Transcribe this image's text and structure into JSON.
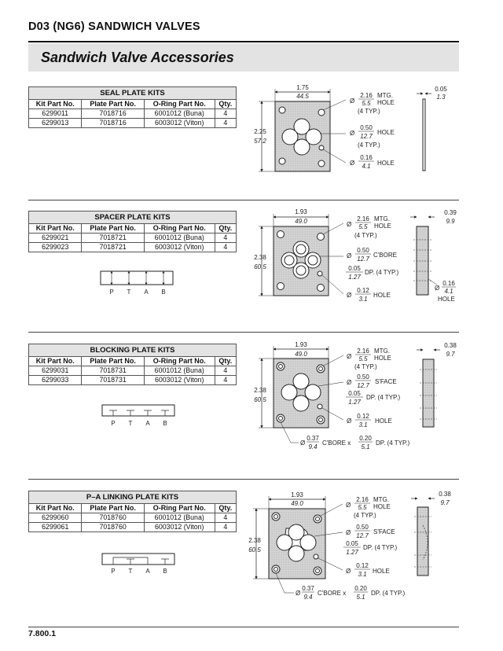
{
  "header": {
    "title": "D03 (NG6) SANDWICH VALVES"
  },
  "banner": {
    "title": "Sandwich Valve Accessories"
  },
  "columns": [
    "Kit Part No.",
    "Plate Part No.",
    "O-Ring Part No.",
    "Qty."
  ],
  "sections": [
    {
      "title": "SEAL PLATE KITS",
      "rows": [
        [
          "6299011",
          "7018716",
          "6001012 (Buna)",
          "4"
        ],
        [
          "6299013",
          "7018716",
          "6003012 (Viton)",
          "4"
        ]
      ],
      "dims": {
        "width_in": "1.75",
        "width_mm": "44.5",
        "height_in": "2.25",
        "height_mm": "57.2",
        "thick_in": "0.05",
        "thick_mm": "1.3"
      },
      "callouts": [
        {
          "in": "2.16",
          "mm": "5.5",
          "lines": [
            "MTG.",
            "HOLE",
            "(4 TYP.)"
          ]
        },
        {
          "in": "0.50",
          "mm": "12.7",
          "lines": [
            "HOLE",
            "(4 TYP.)"
          ]
        },
        {
          "in": "0.16",
          "mm": "4.1",
          "lines": [
            "HOLE"
          ]
        }
      ]
    },
    {
      "title": "SPACER PLATE KITS",
      "rows": [
        [
          "6299021",
          "7018721",
          "6001012 (Buna)",
          "4"
        ],
        [
          "6299023",
          "7018721",
          "6003012 (Viton)",
          "4"
        ]
      ],
      "ports": [
        "P",
        "T",
        "A",
        "B"
      ],
      "dims": {
        "width_in": "1.93",
        "width_mm": "49.0",
        "height_in": "2.38",
        "height_mm": "60.5",
        "thick_in": "0.39",
        "thick_mm": "9.9"
      },
      "callouts": [
        {
          "in": "2.16",
          "mm": "5.5",
          "lines": [
            "MTG.",
            "HOLE",
            "(4 TYP.)"
          ]
        },
        {
          "in": "0.50",
          "mm": "12.7",
          "lines": [
            "C'BORE"
          ]
        },
        {
          "in": "0.05",
          "mm": "1.27",
          "lines": [
            "DP. (4 TYP.)"
          ]
        },
        {
          "in": "0.12",
          "mm": "3.1",
          "lines": [
            "HOLE"
          ]
        },
        {
          "in": "0.16",
          "mm": "4.1",
          "lines": [
            "HOLE"
          ]
        }
      ]
    },
    {
      "title": "BLOCKING PLATE KITS",
      "rows": [
        [
          "6299031",
          "7018731",
          "6001012 (Buna)",
          "4"
        ],
        [
          "6299033",
          "7018731",
          "6003012 (Viton)",
          "4"
        ]
      ],
      "ports": [
        "P",
        "T",
        "A",
        "B"
      ],
      "dims": {
        "width_in": "1.93",
        "width_mm": "49.0",
        "height_in": "2.38",
        "height_mm": "60.5",
        "thick_in": "0.38",
        "thick_mm": "9.7"
      },
      "callouts": [
        {
          "in": "2.16",
          "mm": "5.5",
          "lines": [
            "MTG.",
            "HOLE",
            "(4 TYP.)"
          ]
        },
        {
          "in": "0.50",
          "mm": "12.7",
          "lines": [
            "S'FACE"
          ]
        },
        {
          "in": "0.05",
          "mm": "1.27",
          "lines": [
            "DP. (4 TYP.)"
          ]
        },
        {
          "in": "0.12",
          "mm": "3.1",
          "lines": [
            "HOLE"
          ]
        }
      ],
      "bottom": {
        "in1": "0.37",
        "mm1": "9.4",
        "mid": "C'BORE x",
        "in2": "0.20",
        "mm2": "5.1",
        "tail": "DP. (4 TYP.)"
      }
    },
    {
      "title": "P–A LINKING PLATE KITS",
      "rows": [
        [
          "6299060",
          "7018760",
          "6001012 (Buna)",
          "4"
        ],
        [
          "6299061",
          "7018760",
          "6003012 (Viton)",
          "4"
        ]
      ],
      "ports": [
        "P",
        "T",
        "A",
        "B"
      ],
      "dims": {
        "width_in": "1.93",
        "width_mm": "49.0",
        "height_in": "2.38",
        "height_mm": "60.5",
        "thick_in": "0.38",
        "thick_mm": "9.7"
      },
      "callouts": [
        {
          "in": "2.16",
          "mm": "5.5",
          "lines": [
            "MTG.",
            "HOLE",
            "(4 TYP.)"
          ]
        },
        {
          "in": "0.50",
          "mm": "12.7",
          "lines": [
            "S'FACE"
          ]
        },
        {
          "in": "0.05",
          "mm": "1.27",
          "lines": [
            "DP. (4 TYP.)"
          ]
        },
        {
          "in": "0.12",
          "mm": "3.1",
          "lines": [
            "HOLE"
          ]
        }
      ],
      "bottom": {
        "in1": "0.37",
        "mm1": "9.4",
        "mid": "C'BORE x",
        "in2": "0.20",
        "mm2": "5.1",
        "tail": "DP. (4 TYP.)"
      }
    }
  ],
  "footer": {
    "page": "7.800.1"
  }
}
